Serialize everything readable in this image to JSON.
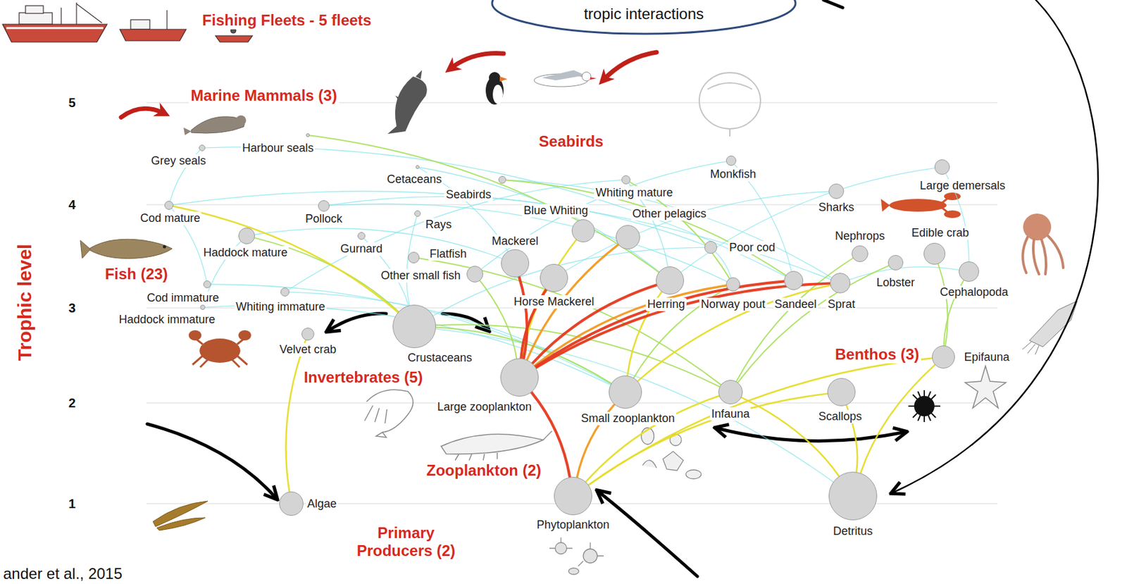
{
  "diagram": {
    "nodes": [
      {
        "text": [
          "tropic interactions"
        ]
      },
      {
        "text": [
          "Grey seals"
        ]
      },
      {
        "text": [
          "Harbour seals"
        ]
      },
      {
        "text": [
          "Cetaceans"
        ]
      },
      {
        "text": [
          "Seabirds"
        ]
      },
      {
        "text": [
          "Whiting mature"
        ]
      },
      {
        "text": [
          "Monkfish"
        ]
      },
      {
        "text": [
          "Large demersals"
        ]
      },
      {
        "text": [
          "Cod mature"
        ]
      },
      {
        "text": [
          "Pollock"
        ]
      },
      {
        "text": [
          "Rays"
        ]
      },
      {
        "text": [
          "Sharks"
        ]
      },
      {
        "text": [
          "Haddock mature"
        ]
      },
      {
        "text": [
          "Gurnard"
        ]
      },
      {
        "text": [
          "Blue Whiting"
        ]
      },
      {
        "text": [
          "Other pelagics"
        ]
      },
      {
        "text": [
          "Poor cod"
        ]
      },
      {
        "text": [
          "Nephrops"
        ]
      },
      {
        "text": [
          "Lobster"
        ]
      },
      {
        "text": [
          "Edible crab"
        ]
      },
      {
        "text": [
          "Flatfish"
        ]
      },
      {
        "text": [
          "Mackerel"
        ]
      },
      {
        "text": [
          "Cephalopoda"
        ]
      },
      {
        "text": [
          "Other small fish"
        ]
      },
      {
        "text": [
          "Horse Mackerel"
        ]
      },
      {
        "text": [
          "Herring"
        ]
      },
      {
        "text": [
          "Norway pout"
        ]
      },
      {
        "text": [
          "Sandeel"
        ]
      },
      {
        "text": [
          "Sprat"
        ]
      },
      {
        "text": [
          "Cod immature"
        ]
      },
      {
        "text": [
          "Whiting immature"
        ]
      },
      {
        "text": [
          "Haddock immature"
        ]
      },
      {
        "text": [
          "Velvet crab"
        ]
      },
      {
        "text": [
          "Crustaceans"
        ]
      },
      {
        "text": [
          "Epifauna"
        ]
      },
      {
        "text": [
          "Large zooplankton"
        ]
      },
      {
        "text": [
          "Small zooplankton"
        ]
      },
      {
        "text": [
          "Infauna"
        ]
      },
      {
        "text": [
          "Scallops"
        ]
      },
      {
        "text": [
          "Algae"
        ]
      },
      {
        "text": [
          "Phytoplankton"
        ]
      },
      {
        "text": [
          "Detritus"
        ]
      }
    ],
    "edges": [
      {
        "from": 35,
        "to": 25,
        "arrow": "none"
      },
      {
        "from": 35,
        "to": 24,
        "arrow": "none"
      },
      {
        "from": 35,
        "to": 21,
        "arrow": "none"
      },
      {
        "from": 35,
        "to": 28,
        "arrow": "none"
      },
      {
        "from": 35,
        "to": 27,
        "arrow": "none"
      },
      {
        "from": 35,
        "to": 26,
        "arrow": "none"
      },
      {
        "from": 40,
        "to": 35,
        "arrow": "none"
      },
      {
        "from": 40,
        "to": 36,
        "arrow": "none"
      },
      {
        "from": 35,
        "to": 15,
        "arrow": "none"
      },
      {
        "from": 35,
        "to": 14,
        "arrow": "none"
      },
      {
        "from": 36,
        "to": 25,
        "arrow": "none"
      },
      {
        "from": 36,
        "to": 28,
        "arrow": "none"
      },
      {
        "from": 40,
        "to": 37,
        "arrow": "none"
      },
      {
        "from": 40,
        "to": 38,
        "arrow": "none"
      },
      {
        "from": 40,
        "to": 34,
        "arrow": "none"
      },
      {
        "from": 41,
        "to": 37,
        "arrow": "none"
      },
      {
        "from": 41,
        "to": 34,
        "arrow": "none"
      },
      {
        "from": 41,
        "to": 38,
        "arrow": "none"
      },
      {
        "from": 39,
        "to": 32,
        "arrow": "none"
      },
      {
        "from": 33,
        "to": 8,
        "arrow": "none"
      },
      {
        "from": 33,
        "to": 12,
        "arrow": "none"
      },
      {
        "from": 37,
        "to": 17,
        "arrow": "none"
      },
      {
        "from": 37,
        "to": 20,
        "arrow": "none"
      },
      {
        "from": 37,
        "to": 33,
        "arrow": "none"
      },
      {
        "from": 36,
        "to": 33,
        "arrow": "none"
      },
      {
        "from": 35,
        "to": 23,
        "arrow": "none"
      },
      {
        "from": 26,
        "to": 5,
        "arrow": "none"
      },
      {
        "from": 27,
        "to": 4,
        "arrow": "none"
      },
      {
        "from": 28,
        "to": 4,
        "arrow": "none"
      },
      {
        "from": 25,
        "to": 2,
        "arrow": "none"
      },
      {
        "from": 27,
        "to": 1,
        "arrow": "none"
      },
      {
        "from": 25,
        "to": 3,
        "arrow": "none"
      },
      {
        "from": 21,
        "to": 3,
        "arrow": "none"
      },
      {
        "from": 8,
        "to": 1,
        "arrow": "none"
      },
      {
        "from": 29,
        "to": 8,
        "arrow": "none"
      },
      {
        "from": 30,
        "to": 5,
        "arrow": "none"
      },
      {
        "from": 31,
        "to": 12,
        "arrow": "none"
      },
      {
        "from": 27,
        "to": 6,
        "arrow": "none"
      },
      {
        "from": 23,
        "to": 6,
        "arrow": "none"
      },
      {
        "from": 16,
        "to": 9,
        "arrow": "none"
      },
      {
        "from": 26,
        "to": 9,
        "arrow": "none"
      },
      {
        "from": 28,
        "to": 8,
        "arrow": "none"
      },
      {
        "from": 33,
        "to": 10,
        "arrow": "none"
      },
      {
        "from": 24,
        "to": 11,
        "arrow": "none"
      },
      {
        "from": 25,
        "to": 7,
        "arrow": "none"
      },
      {
        "from": 22,
        "to": 7,
        "arrow": "none"
      },
      {
        "from": 33,
        "to": 13,
        "arrow": "none"
      },
      {
        "from": 33,
        "to": 16,
        "arrow": "none"
      },
      {
        "from": 37,
        "to": 18,
        "arrow": "none"
      },
      {
        "from": 34,
        "to": 19,
        "arrow": "none"
      },
      {
        "from": 36,
        "to": 29,
        "arrow": "none"
      },
      {
        "from": 36,
        "to": 30,
        "arrow": "none"
      },
      {
        "from": 36,
        "to": 31,
        "arrow": "none"
      },
      {
        "from": 41,
        "to": 33,
        "arrow": "none"
      },
      {
        "from": 34,
        "to": 22,
        "arrow": "none"
      },
      {
        "from": 26,
        "to": 16,
        "arrow": "none"
      },
      {
        "from": 28,
        "to": 22,
        "arrow": "none"
      },
      {
        "from": 21,
        "to": 12,
        "arrow": "none"
      },
      {
        "from": 25,
        "to": 5,
        "arrow": "none"
      },
      {
        "from": 36,
        "to": 26,
        "arrow": "none"
      }
    ],
    "labels": [
      "Fishing Fleets - 5 fleets",
      "5",
      "Marine Mammals (3)",
      "Seabirds",
      "4",
      "Trophic level",
      "Fish (23)",
      "3",
      "Invertebrates (5)",
      "Benthos (3)",
      "2",
      "Zooplankton (2)",
      "1",
      "Primary Producers (2)",
      "ander et al., 2015"
    ]
  }
}
